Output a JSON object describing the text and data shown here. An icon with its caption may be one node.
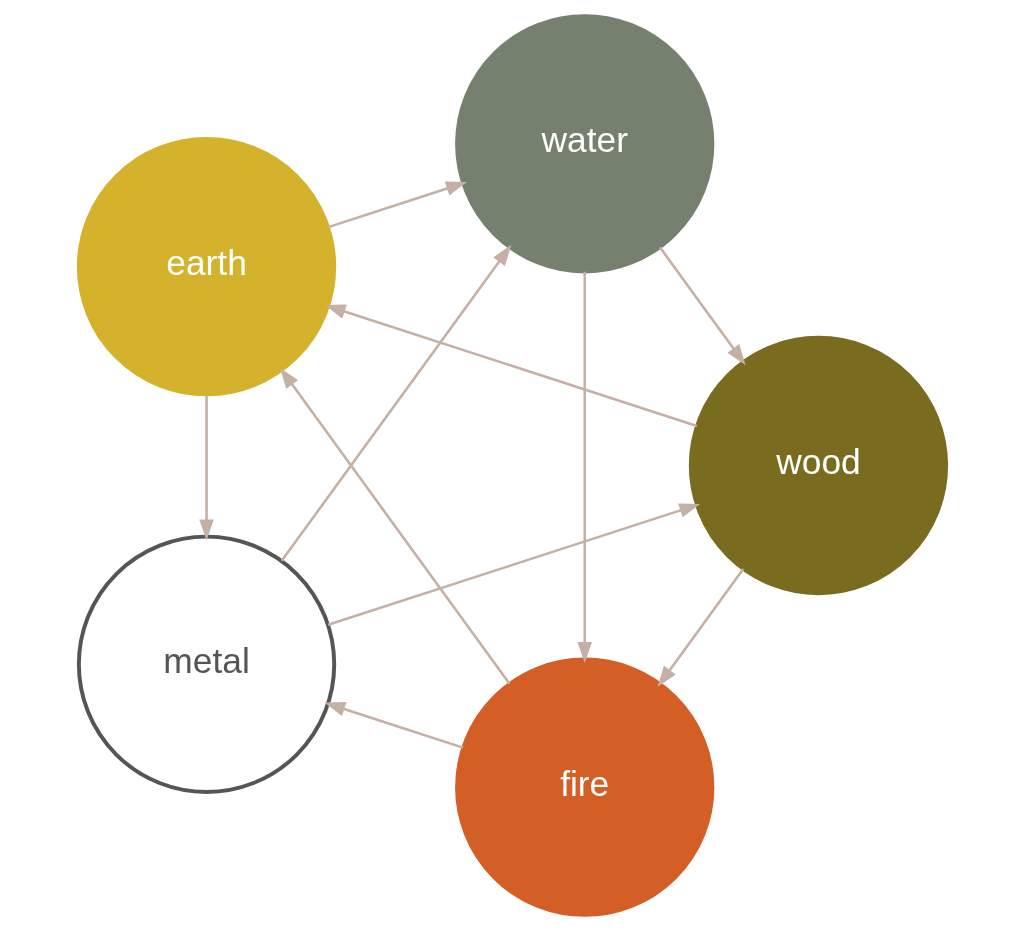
{
  "diagram": {
    "nodes": [
      {
        "text": [
          "fire"
        ]
      },
      {
        "text": [
          "wood"
        ]
      },
      {
        "text": [
          "earth"
        ]
      },
      {
        "text": [
          "water"
        ]
      },
      {
        "text": [
          "metal"
        ]
      }
    ],
    "edges": [
      {
        "from": 0,
        "to": 2,
        "arrow": "to"
      },
      {
        "from": 2,
        "to": 4,
        "arrow": "to"
      },
      {
        "from": 4,
        "to": 3,
        "arrow": "to"
      },
      {
        "from": 3,
        "to": 1,
        "arrow": "to"
      },
      {
        "from": 1,
        "to": 0,
        "arrow": "to"
      },
      {
        "from": 1,
        "to": 2,
        "arrow": "to"
      },
      {
        "from": 2,
        "to": 3,
        "arrow": "to"
      },
      {
        "from": 3,
        "to": 0,
        "arrow": "to"
      },
      {
        "from": 0,
        "to": 4,
        "arrow": "to"
      },
      {
        "from": 4,
        "to": 1,
        "arrow": "to"
      }
    ]
  }
}
